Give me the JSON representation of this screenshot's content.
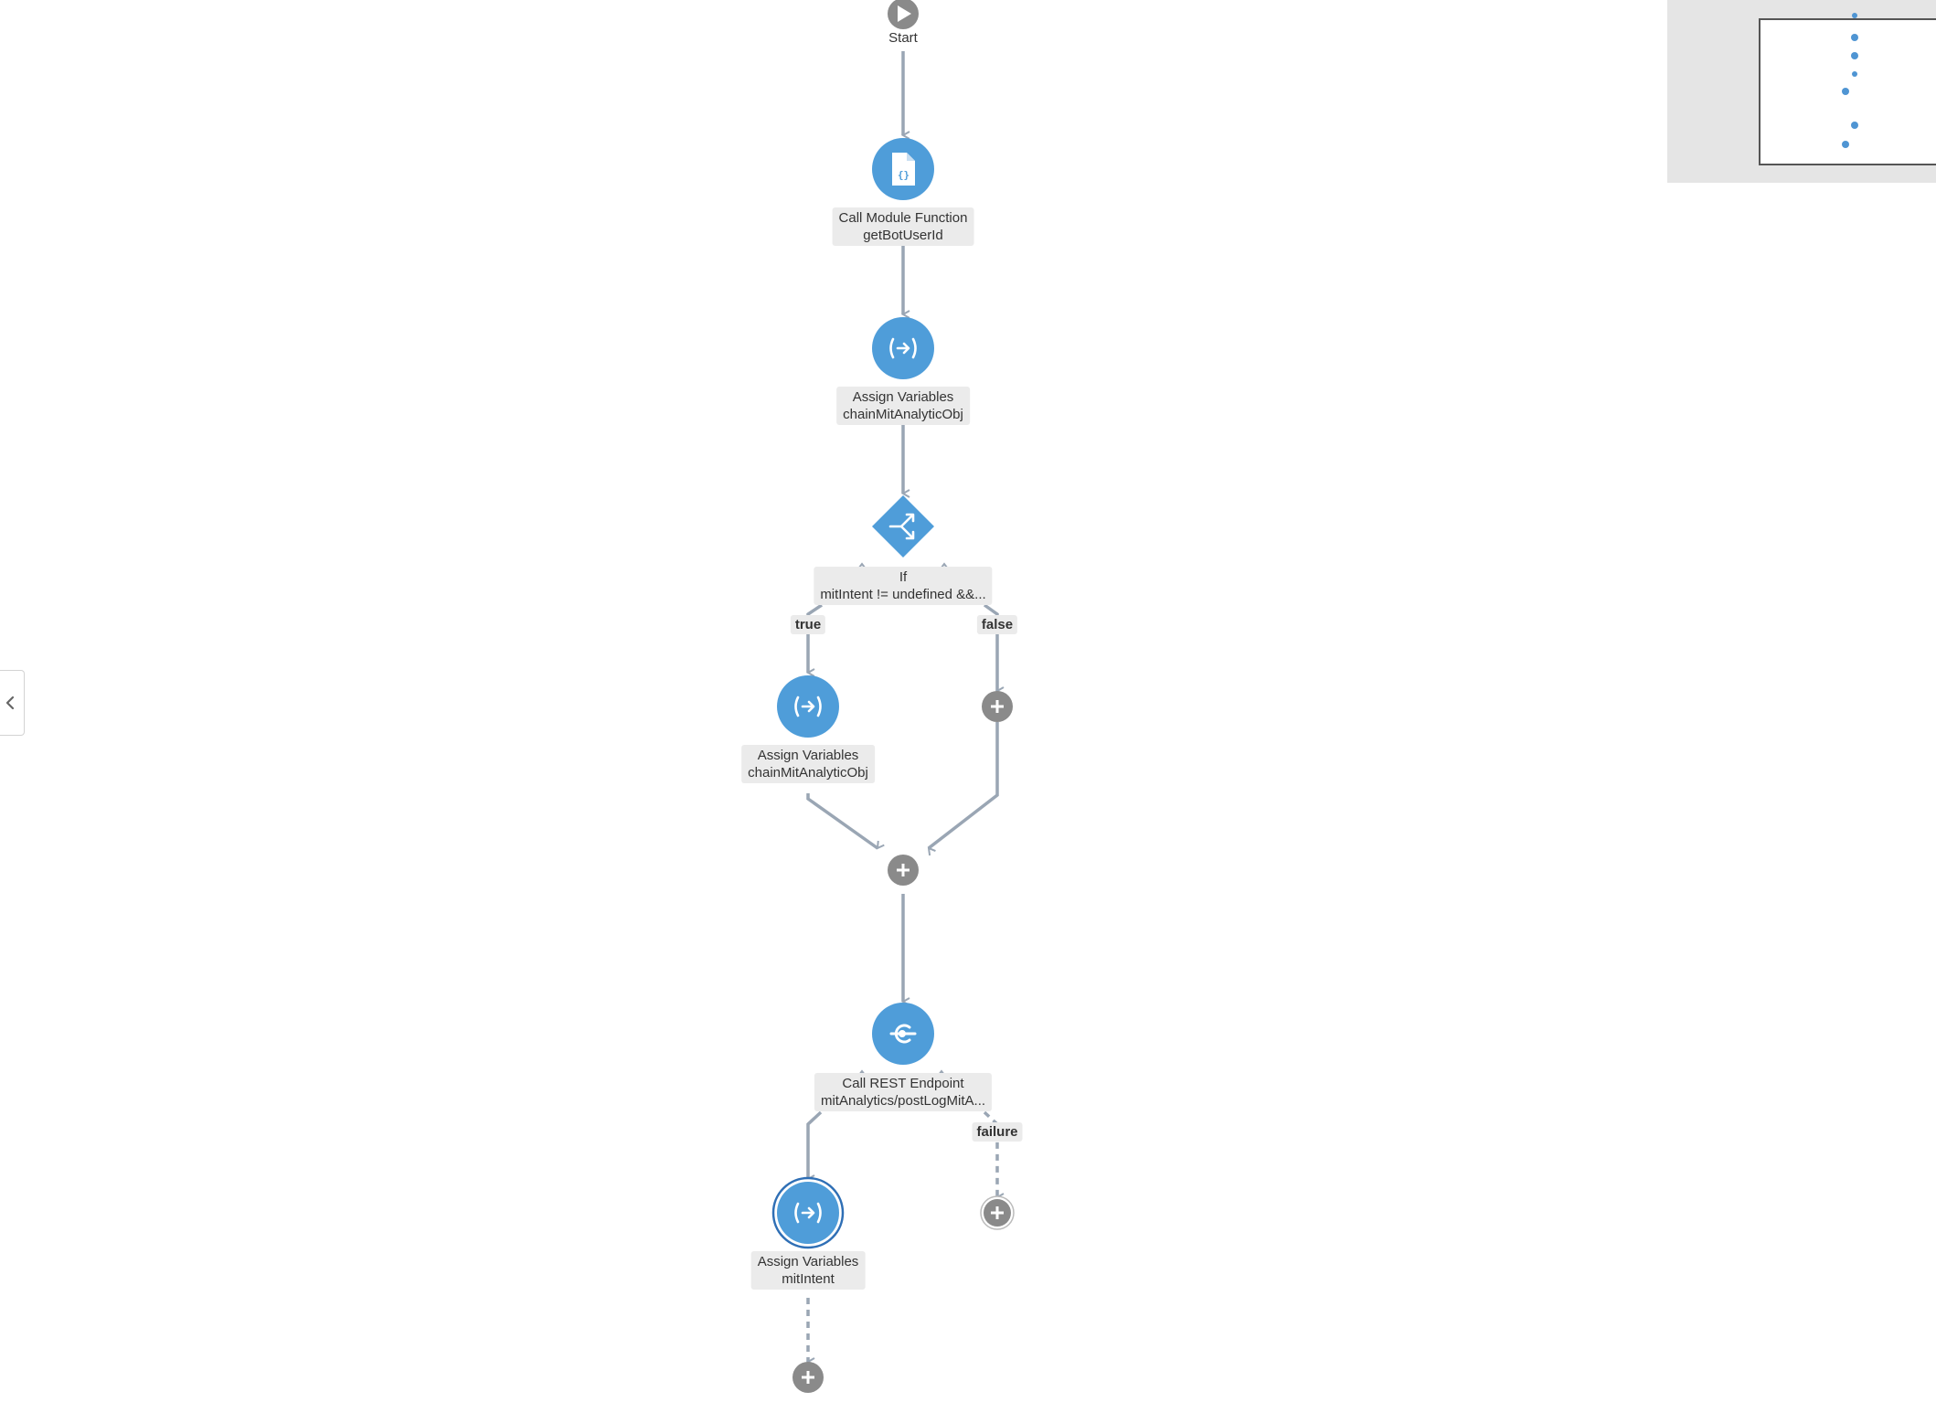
{
  "nodes": {
    "start": {
      "label": "Start"
    },
    "call_module": {
      "type_label": "Call Module Function",
      "name": "getBotUserId"
    },
    "assign_1": {
      "type_label": "Assign Variables",
      "name": "chainMitAnalyticObj"
    },
    "if_node": {
      "type_label": "If",
      "name": "mitIntent != undefined &&..."
    },
    "assign_true": {
      "type_label": "Assign Variables",
      "name": "chainMitAnalyticObj"
    },
    "call_rest": {
      "type_label": "Call REST Endpoint",
      "name": "mitAnalytics/postLogMitA..."
    },
    "assign_mit": {
      "type_label": "Assign Variables",
      "name": "mitIntent"
    }
  },
  "branches": {
    "true_label": "true",
    "false_label": "false",
    "failure_label": "failure"
  },
  "icons": {
    "start": "play-icon",
    "call_module": "module-function-icon",
    "assign": "assign-variables-icon",
    "if": "if-branch-icon",
    "rest": "rest-endpoint-icon",
    "add": "plus-icon",
    "collapse": "chevron-left-icon"
  },
  "colors": {
    "node_blue": "#4f9dd9",
    "connector_gray": "#9aa6b4",
    "add_gray": "#8a8a8a",
    "label_bg": "#ebebeb",
    "selected_ring": "#2f6fb5",
    "minimap_bg": "#e5e5e5",
    "minimap_dot": "#4f95d3"
  }
}
